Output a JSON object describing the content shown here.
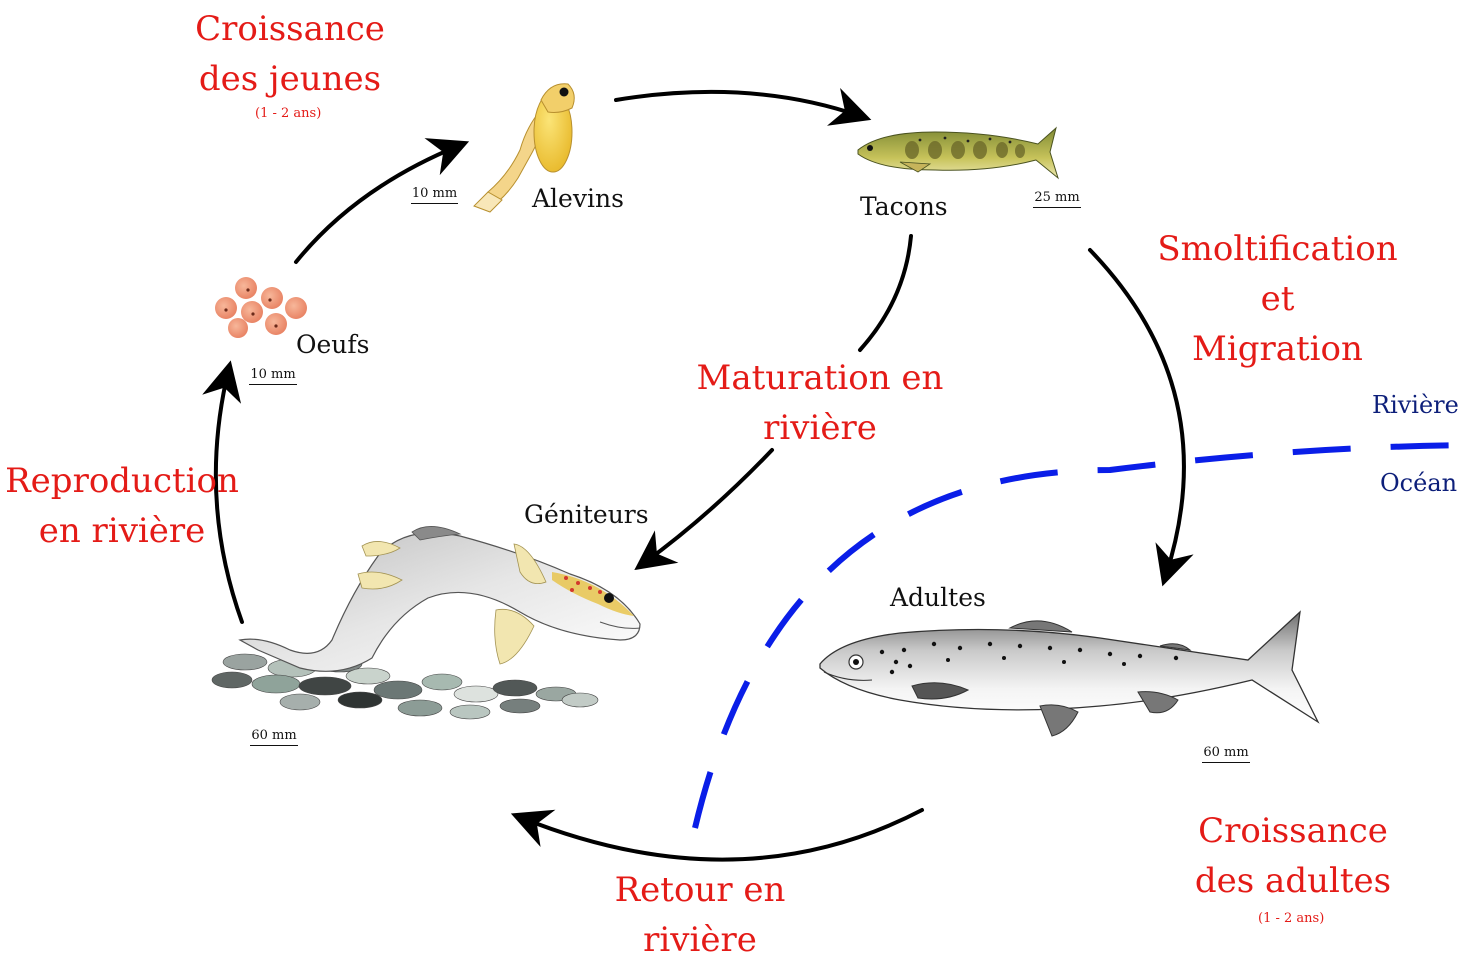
{
  "phases": {
    "croissance_jeunes": {
      "line1": "Croissance",
      "line2": "des jeunes",
      "duration": "(1 - 2 ans)"
    },
    "smoltification": {
      "line1": "Smoltification",
      "line2": "et",
      "line3": "Migration"
    },
    "maturation": {
      "line1": "Maturation en",
      "line2": "rivière"
    },
    "reproduction": {
      "line1": "Reproduction",
      "line2": "en rivière"
    },
    "retour": {
      "line1": "Retour en",
      "line2": "rivière"
    },
    "croissance_adultes": {
      "line1": "Croissance",
      "line2": "des adultes",
      "duration": "(1 - 2 ans)"
    }
  },
  "stages": {
    "alevins": {
      "label": "Alevins",
      "scale": "10 mm"
    },
    "tacons": {
      "label": "Tacons",
      "scale": "25 mm"
    },
    "oeufs": {
      "label": "Oeufs",
      "scale": "10 mm"
    },
    "geniteurs": {
      "label": "Géniteurs",
      "scale": "60 mm"
    },
    "adultes": {
      "label": "Adultes",
      "scale": "60 mm"
    }
  },
  "boundary": {
    "upper": "Rivière",
    "lower": "Océan"
  },
  "colors": {
    "phase_text": "#e41b17",
    "boundary_line": "#0a1ee8",
    "boundary_text": "#0d1f7a",
    "arrow": "#000000"
  }
}
